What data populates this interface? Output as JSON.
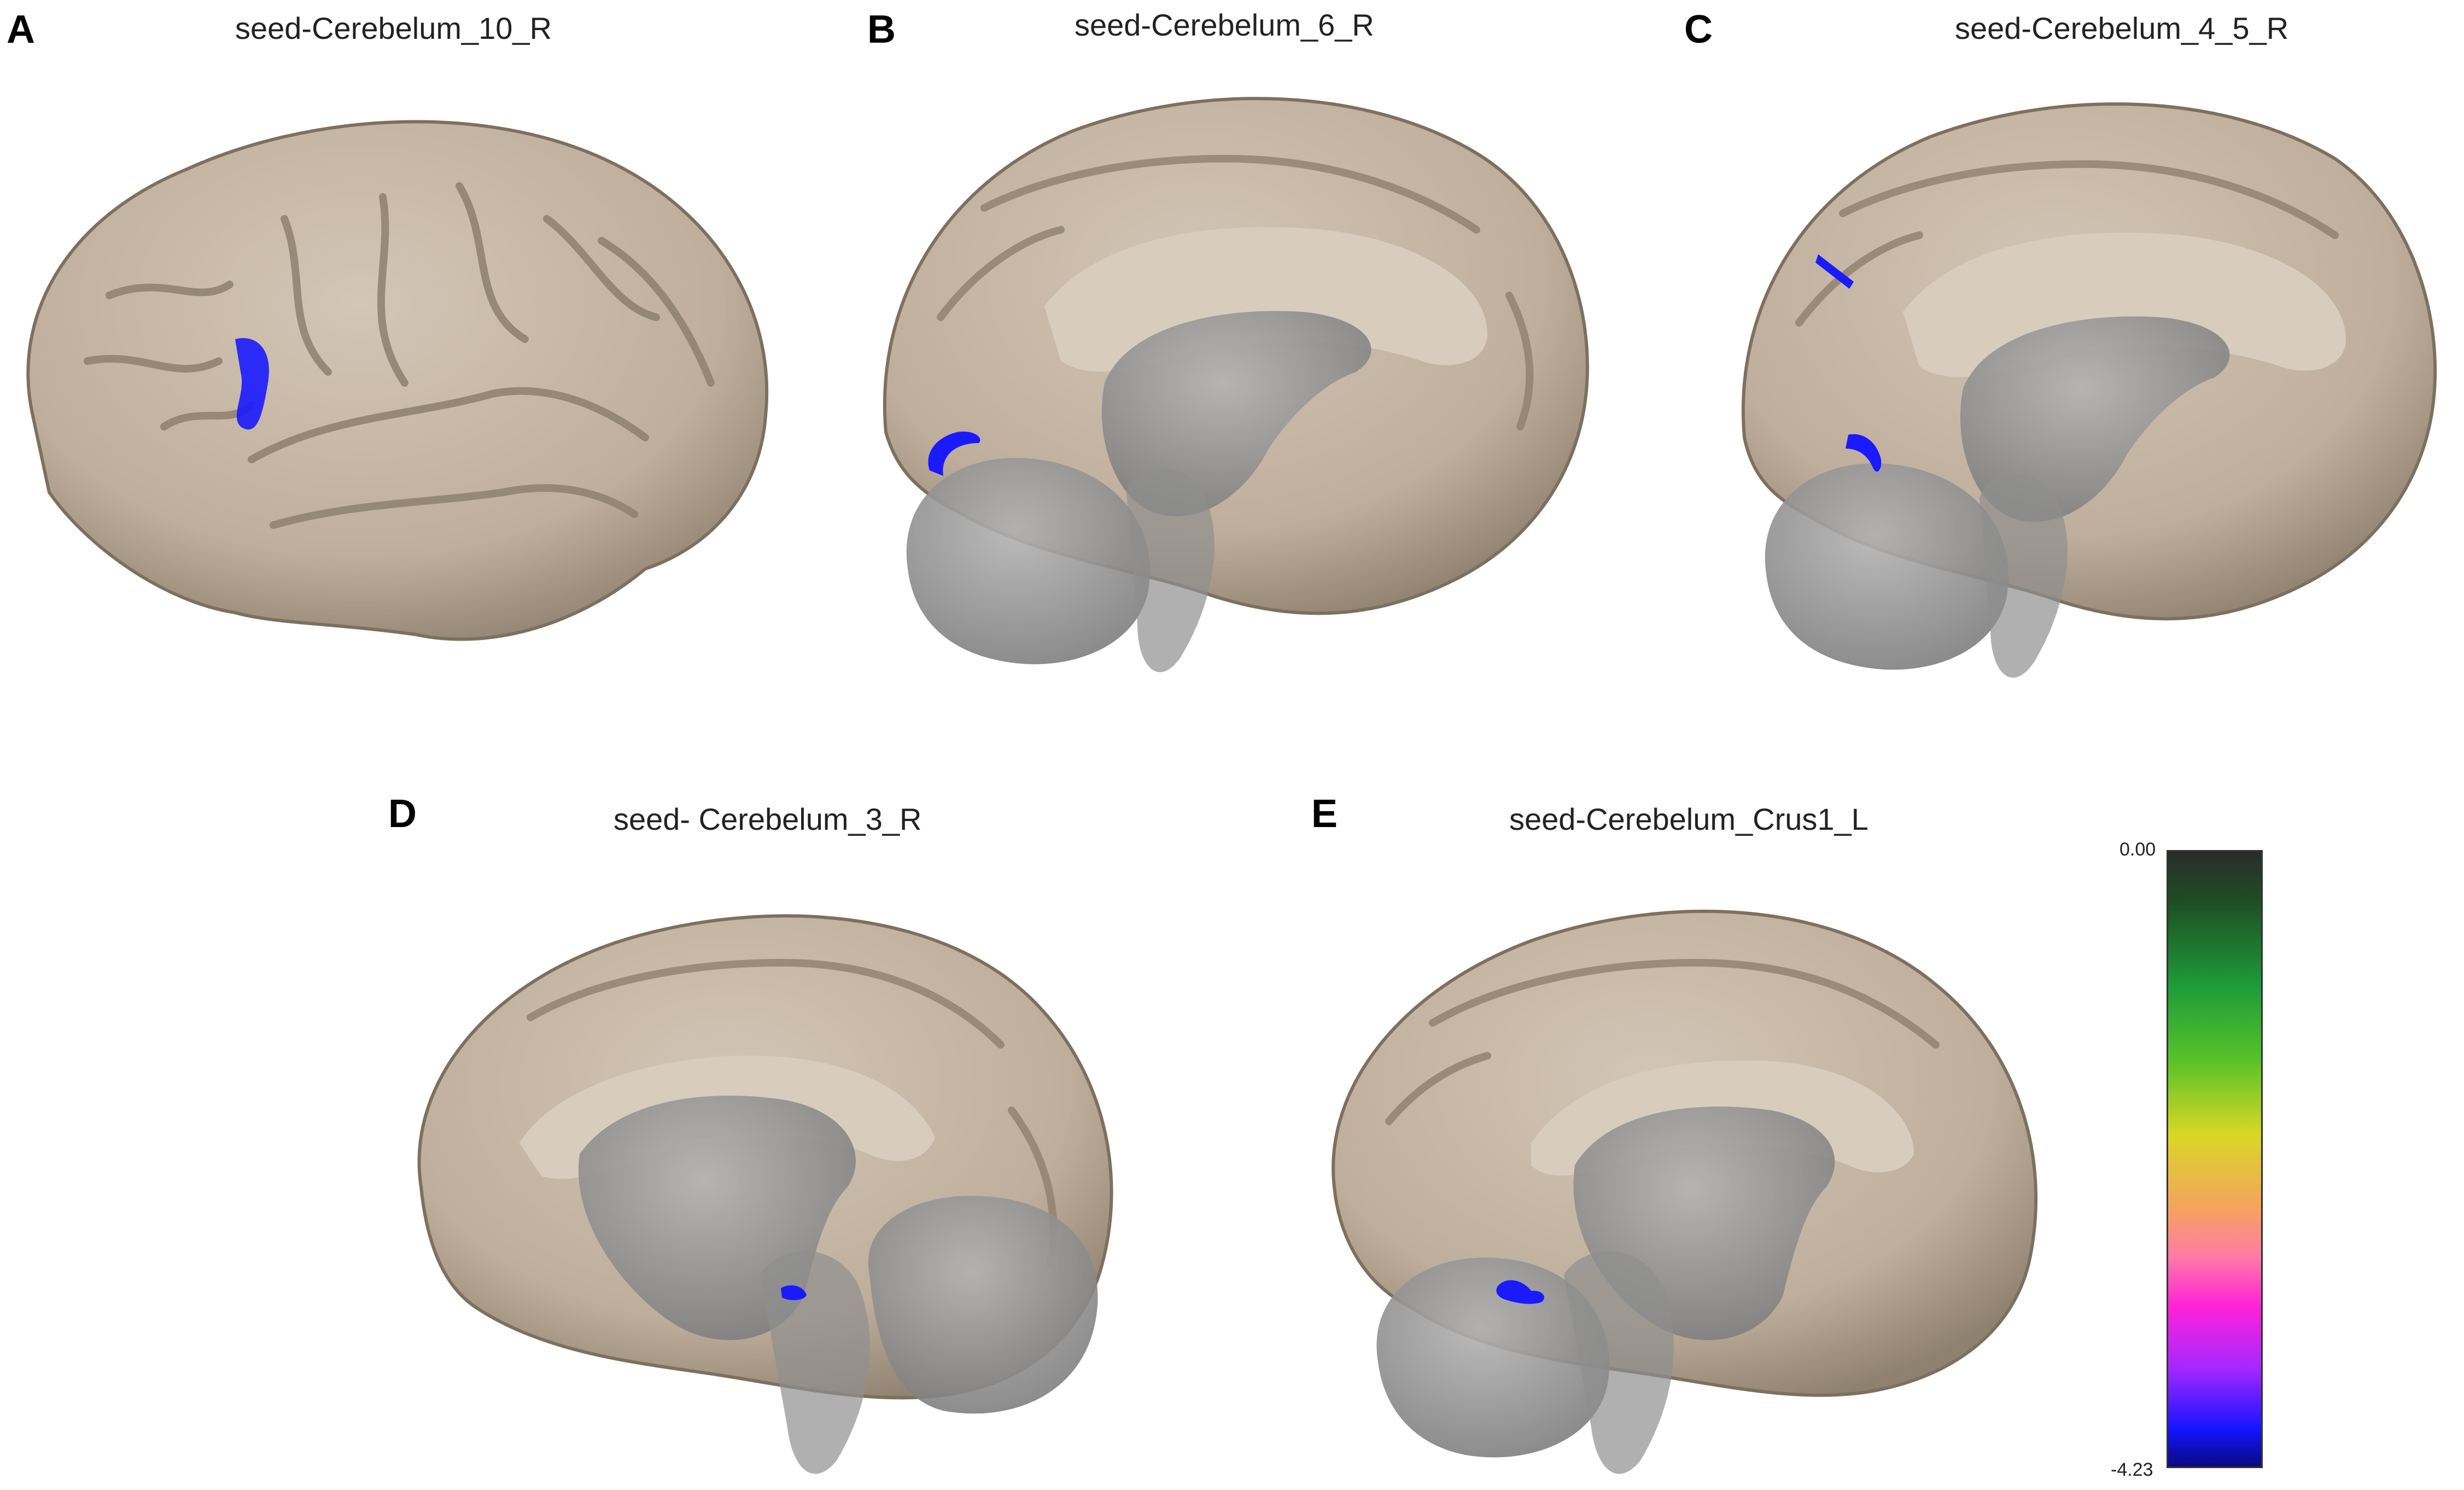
{
  "panels": [
    {
      "letter": "A",
      "title": "seed-Cerebelum_10_R"
    },
    {
      "letter": "B",
      "title": "seed-Cerebelum_6_R"
    },
    {
      "letter": "C",
      "title": "seed-Cerebelum_4_5_R"
    },
    {
      "letter": "D",
      "title": "seed- Cerebelum_3_R"
    },
    {
      "letter": "E",
      "title": "seed-Cerebelum_Crus1_L"
    }
  ],
  "colorbar": {
    "max": "0.00",
    "min": "-4.23"
  },
  "colors": {
    "cortex": "#c7b9a8",
    "subcortex": "#9a9a9a",
    "activation": "#1a1aff"
  }
}
